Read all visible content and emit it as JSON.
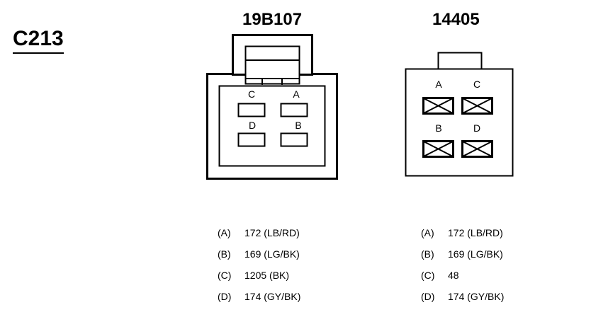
{
  "connector_id": "C213",
  "left": {
    "part_number": "19B107",
    "cavity_labels": [
      "C",
      "A",
      "D",
      "B"
    ],
    "pins": [
      {
        "pin": "(A)",
        "wire": "172 (LB/RD)"
      },
      {
        "pin": "(B)",
        "wire": "169 (LG/BK)"
      },
      {
        "pin": "(C)",
        "wire": "1205 (BK)"
      },
      {
        "pin": "(D)",
        "wire": "174 (GY/BK)"
      }
    ]
  },
  "right": {
    "part_number": "14405",
    "cavity_labels": [
      "A",
      "C",
      "B",
      "D"
    ],
    "pins": [
      {
        "pin": "(A)",
        "wire": "172 (LB/RD)"
      },
      {
        "pin": "(B)",
        "wire": "169 (LG/BK)"
      },
      {
        "pin": "(C)",
        "wire": "48"
      },
      {
        "pin": "(D)",
        "wire": "174 (GY/BK)"
      }
    ]
  }
}
